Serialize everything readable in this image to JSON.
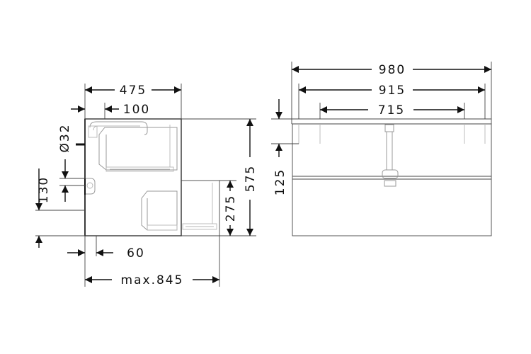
{
  "side_view": {
    "width_overall": "475",
    "inset_top": "100",
    "pipe_diameter": "Ø32",
    "height_overall": "575",
    "drawer_height": "275",
    "drain_height": "130",
    "wall_offset": "60",
    "depth_max": "max.845"
  },
  "front_view": {
    "width_980": "980",
    "width_915": "915",
    "width_715": "715",
    "top_thickness": "125"
  }
}
